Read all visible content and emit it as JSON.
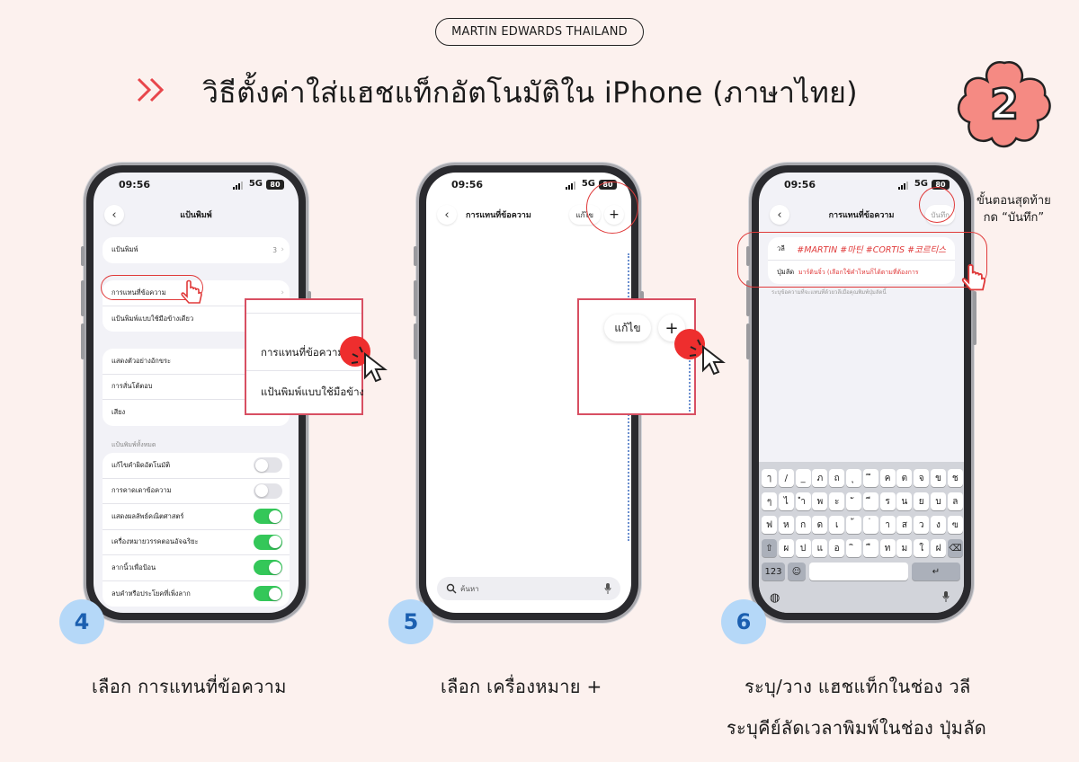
{
  "brand": "MARTIN EDWARDS THAILAND",
  "title": "วิธีตั้งค่าใส่แฮชแท็กอัตโนมัติใน iPhone (ภาษาไทย)",
  "part_number": "2",
  "status_bar": {
    "time": "09:56",
    "network": "5G",
    "battery": "80"
  },
  "phone1": {
    "nav_title": "แป้นพิมพ์",
    "group1": [
      {
        "label": "แป้นพิมพ์",
        "value": "3"
      }
    ],
    "group2": [
      {
        "label": "การแทนที่ข้อความ"
      },
      {
        "label": "แป้นพิมพ์แบบใช้มือข้างเดียว"
      }
    ],
    "group3": [
      {
        "label": "แสดงตัวอย่างอักขระ"
      },
      {
        "label": "การสั่นโต้ตอบ"
      },
      {
        "label": "เสียง"
      }
    ],
    "section_all": "แป้นพิมพ์ทั้งหมด",
    "toggles": [
      {
        "label": "แก้ไขคำผิดอัตโนมัติ",
        "on": false
      },
      {
        "label": "การคาดเดาข้อความ",
        "on": false
      },
      {
        "label": "แสดงผลลัพธ์คณิตศาสตร์",
        "on": true
      },
      {
        "label": "เครื่องหมายวรรคตอนอัจฉริยะ",
        "on": true
      },
      {
        "label": "ลากนิ้วเพื่อป้อน",
        "on": true
      },
      {
        "label": "ลบคำหรือประโยคที่เพิ่งลาก",
        "on": true
      }
    ],
    "zoom": {
      "item1": "การแทนที่ข้อความ",
      "item2": "แป้นพิมพ์แบบใช้มือข้างเดีย"
    }
  },
  "phone2": {
    "nav_title": "การแทนที่ข้อความ",
    "edit_label": "แก้ไข",
    "plus_label": "+",
    "search_placeholder": "ค้นหา",
    "zoom": {
      "edit": "แก้ไข",
      "plus": "+"
    }
  },
  "phone3": {
    "nav_title": "การแทนที่ข้อความ",
    "save_label": "บันทึก",
    "phrase_label": "วลี",
    "phrase_value": "#MARTIN #마틴 #CORTIS #코르티스",
    "shortcut_label": "ปุ่มลัด",
    "shortcut_value": "มาร์ตินจิ๋ว (เลือกใช้คำไหนก็ได้ตามที่ต้องการ",
    "footnote": "ระบุข้อความที่จะแทนที่ด้วยวลีเมื่อคุณพิมพ์ปุ่มลัดนี้",
    "keyboard": {
      "row1": [
        "ๅ",
        "/",
        "_",
        "ภ",
        "ถ",
        "ุ",
        "ึ",
        "ค",
        "ต",
        "จ",
        "ข",
        "ช"
      ],
      "row2": [
        "ๆ",
        "ไ",
        "ำ",
        "พ",
        "ะ",
        "ั",
        "ี",
        "ร",
        "น",
        "ย",
        "บ",
        "ล"
      ],
      "row3": [
        "ฟ",
        "ห",
        "ก",
        "ด",
        "เ",
        "้",
        "่",
        "า",
        "ส",
        "ว",
        "ง",
        "ฃ"
      ],
      "row4": [
        "⇧",
        "ผ",
        "ป",
        "แ",
        "อ",
        "ิ",
        "ื",
        "ท",
        "ม",
        "ใ",
        "ฝ",
        "⌫"
      ],
      "num_key": "123",
      "return_key": "↵"
    }
  },
  "note_final": {
    "line1": "ขั้นตอนสุดท้าย",
    "line2": "กด “บันทึก”"
  },
  "steps": [
    {
      "number": "4",
      "caption": "เลือก การแทนที่ข้อความ"
    },
    {
      "number": "5",
      "caption": "เลือก เครื่องหมาย +"
    },
    {
      "number": "6",
      "caption": "ระบุ/วาง แฮชแท็กในช่อง วลี",
      "caption2": "ระบุคีย์ลัดเวลาพิมพ์ในช่อง ปุ่มลัด"
    }
  ],
  "colors": {
    "background": "#fcf1ee",
    "accent_red": "#e03a3a",
    "flower": "#f58a83",
    "step_circle": "#b5d8f8",
    "toggle_on": "#34c759"
  }
}
